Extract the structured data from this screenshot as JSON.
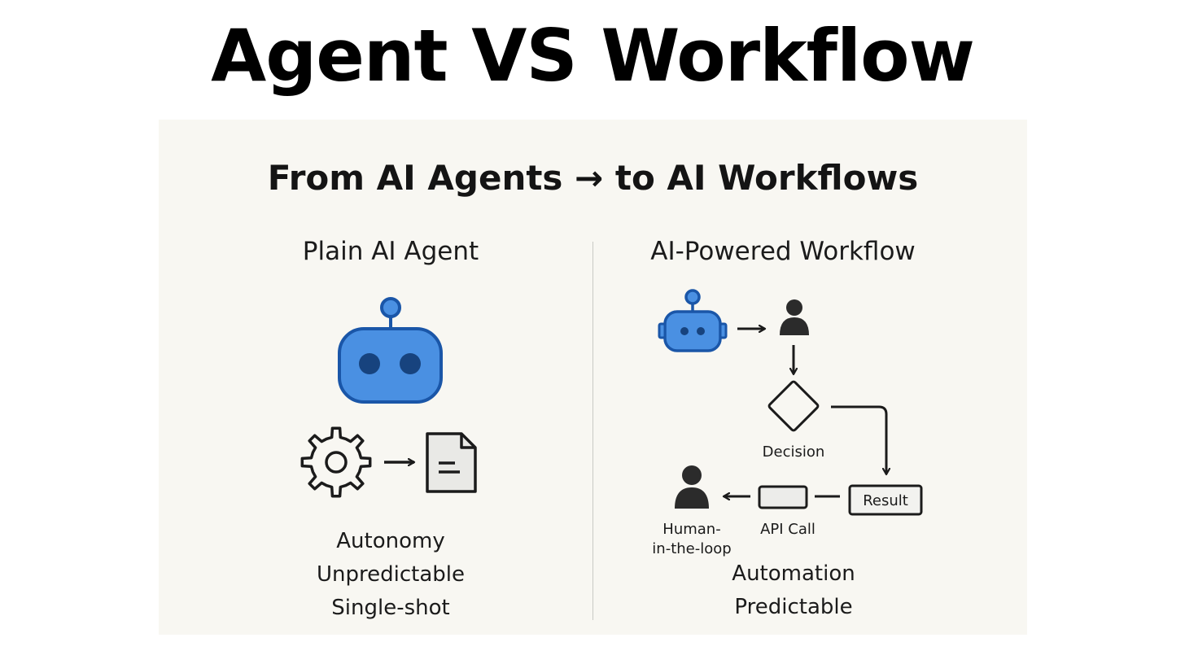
{
  "title": "Agent VS Workflow",
  "panel": {
    "title": "From AI Agents → to AI Workflows",
    "left": {
      "heading": "Plain AI Agent",
      "traits": [
        "Autonomy",
        "Unpredictable",
        "Single-shot"
      ]
    },
    "right": {
      "heading": "AI-Powered Workflow",
      "nodes": {
        "decision": "Decision",
        "result": "Result",
        "api_call": "API Call",
        "human_line1": "Human-",
        "human_line2": "in-the-loop"
      },
      "traits": [
        "Automation",
        "Predictable"
      ]
    }
  },
  "colors": {
    "robot_fill": "#4a90e2",
    "robot_stroke": "#1a56a8",
    "robot_eye": "#17437e",
    "panel_bg": "#f8f7f2",
    "ink": "#1b1b1b"
  },
  "icons": [
    "robot-icon",
    "gear-icon",
    "document-icon",
    "person-icon",
    "arrow-right-icon",
    "arrow-down-icon",
    "diamond-decision-icon"
  ]
}
